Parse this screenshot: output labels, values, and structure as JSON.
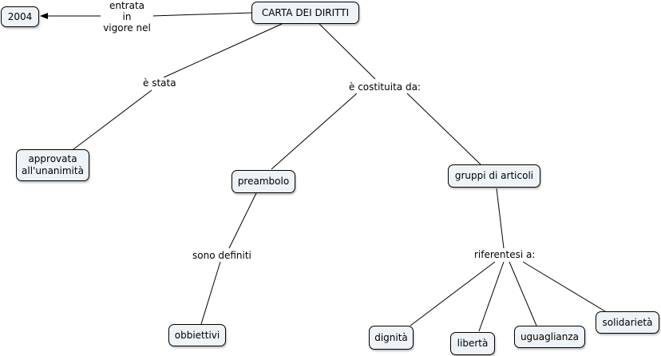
{
  "nodes": {
    "carta": "CARTA DEI DIRITTI",
    "y2004": "2004",
    "approvata_l1": "approvata",
    "approvata_l2": "all'unanimità",
    "preambolo": "preambolo",
    "gruppi": "gruppi di articoli",
    "obbiettivi": "obbiettivi",
    "dignita": "dignità",
    "liberta": "libertà",
    "uguaglianza": "uguaglianza",
    "solidarieta": "solidarietà"
  },
  "links": {
    "entrata_l1": "entrata",
    "entrata_l2": "in",
    "entrata_l3": "vigore nel",
    "e_stata": "è stata",
    "costituita": "è costituita da:",
    "definiti": "sono definiti",
    "riferentesi": "riferentesi a:"
  },
  "colors": {
    "node_fill": "#eef3f7",
    "stroke": "#000000",
    "background": "#ffffff"
  }
}
